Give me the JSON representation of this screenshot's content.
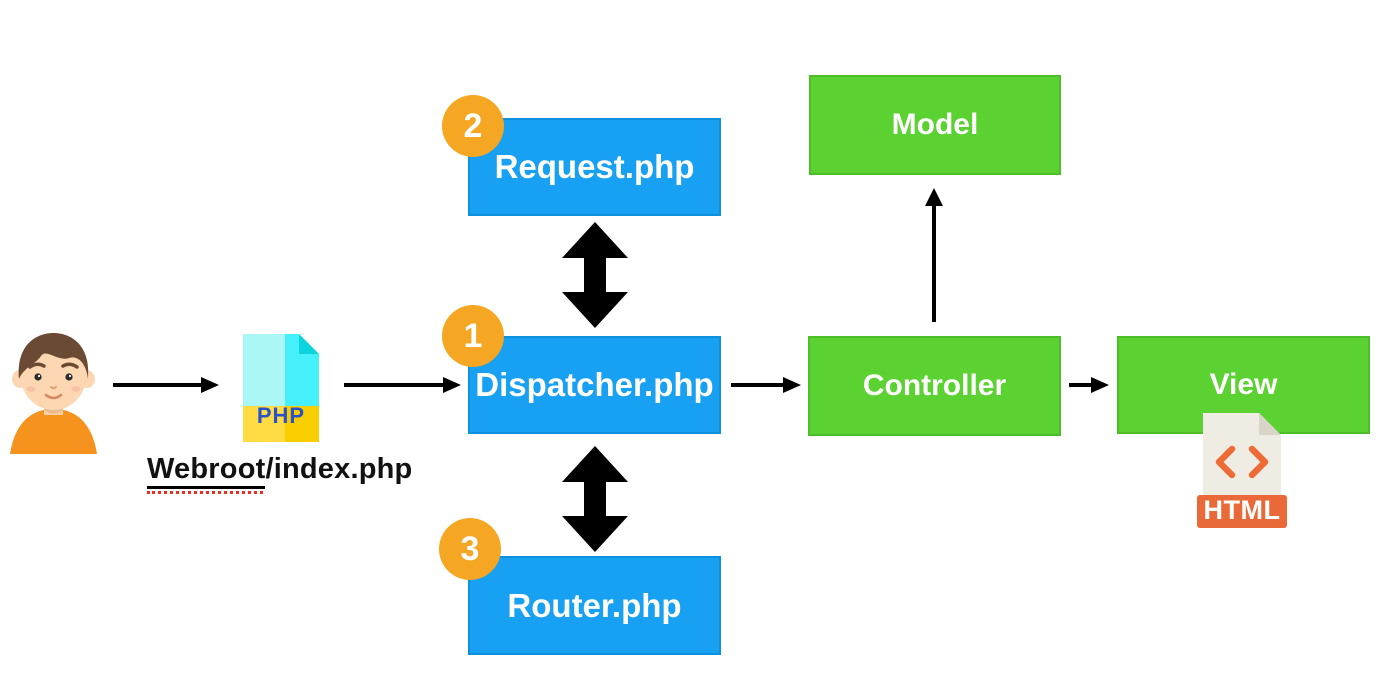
{
  "diagram": {
    "nodes": {
      "request": {
        "label": "Request.php",
        "badge": "2"
      },
      "dispatcher": {
        "label": "Dispatcher.php",
        "badge": "1"
      },
      "router": {
        "label": "Router.php",
        "badge": "3"
      },
      "model": {
        "label": "Model"
      },
      "controller": {
        "label": "Controller"
      },
      "view": {
        "label": "View"
      }
    },
    "entry": {
      "file_label_underlined": "Webroot",
      "file_label_rest": "/index.php",
      "php_icon_text": "PHP"
    },
    "html_icon_text": "HTML",
    "icons": [
      "user-icon",
      "php-file-icon",
      "html-file-icon",
      "double-arrow-icon",
      "arrow-right-icon",
      "arrow-up-icon"
    ],
    "colors": {
      "node_blue": "#18A0F2",
      "node_green": "#5CD132",
      "badge_orange": "#F5A623",
      "arrow_black": "#000000",
      "html_icon_orange": "#E96A38",
      "php_icon_cyan_light": "#ABF7F8",
      "php_icon_cyan": "#45F0FA",
      "php_icon_yellow": "#FFDC43",
      "php_icon_gold": "#F8CE00",
      "php_text_blue": "#2A52C8",
      "spell_underline_red": "#EF2C1E",
      "label_black": "#111111"
    }
  }
}
